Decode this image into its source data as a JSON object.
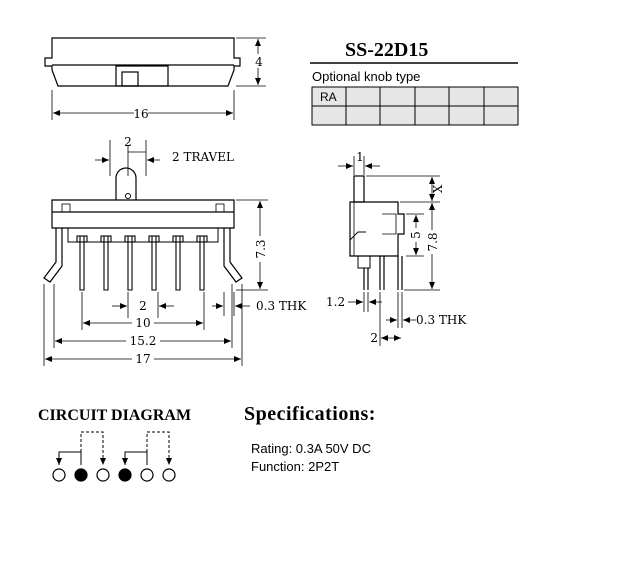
{
  "part_number": "SS-22D15",
  "knob_table": {
    "title": "Optional knob type",
    "row1": [
      "RA",
      "",
      "",
      "",
      "",
      ""
    ],
    "row2": [
      "",
      "",
      "",
      "",
      "",
      ""
    ]
  },
  "top_view": {
    "height_dim": "4",
    "width_dim": "16"
  },
  "front_view": {
    "pitch_top": "2",
    "travel_label": "2 TRAVEL",
    "height_dim": "7.3",
    "pin_pitch": "2",
    "thk_label": "0.3 THK",
    "dim_10": "10",
    "dim_15_2": "15.2",
    "dim_17": "17"
  },
  "side_view": {
    "knob_width": "1",
    "x_label": "X",
    "dim_5": "5",
    "dim_7_8": "7.8",
    "dim_1_2": "1.2",
    "thk_label": "0.3 THK",
    "pin_pitch": "2"
  },
  "circuit": {
    "heading": "CIRCUIT DIAGRAM",
    "terminals": [
      "open",
      "filled",
      "open",
      "filled",
      "open",
      "open"
    ]
  },
  "specifications": {
    "heading": "Specifications:",
    "rating": "Rating: 0.3A 50V DC",
    "function": "Function: 2P2T"
  }
}
